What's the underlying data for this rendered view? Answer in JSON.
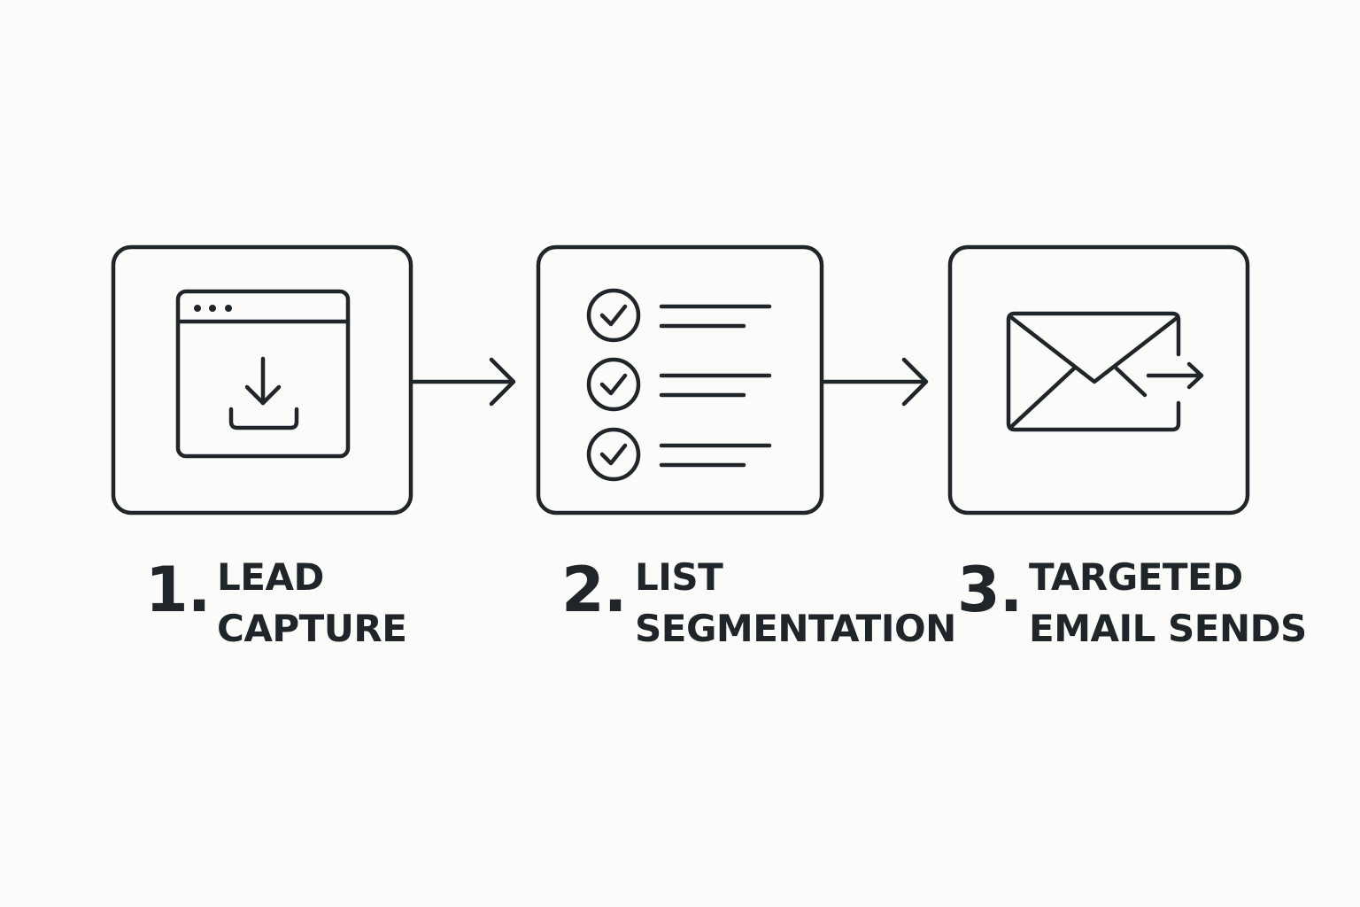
{
  "colors": {
    "background": "#fbfbfa",
    "ink": "#1f2529"
  },
  "steps": [
    {
      "number": "1.",
      "label_line1": "LEAD",
      "label_line2": "CAPTURE",
      "icon": "browser-download-icon"
    },
    {
      "number": "2.",
      "label_line1": "LIST",
      "label_line2": "SEGMENTATION",
      "icon": "checklist-icon"
    },
    {
      "number": "3.",
      "label_line1": "TARGETED",
      "label_line2": "EMAIL SENDS",
      "icon": "email-send-icon"
    }
  ],
  "connectors": [
    {
      "from": 1,
      "to": 2,
      "icon": "arrow-right-icon"
    },
    {
      "from": 2,
      "to": 3,
      "icon": "arrow-right-icon"
    }
  ]
}
